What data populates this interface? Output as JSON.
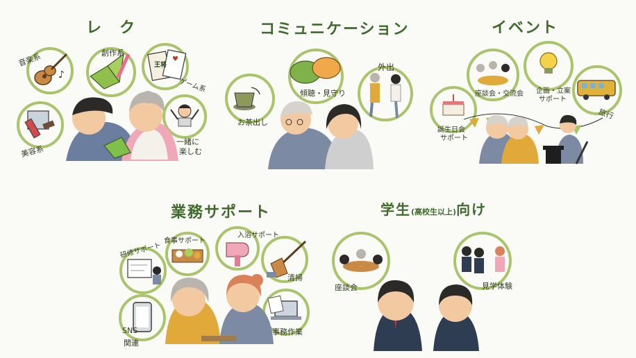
{
  "headings": {
    "rec": "レ　ク",
    "communication": "コミュニケーション",
    "event": "イベント",
    "business": "業務サポート",
    "student_main": "学生",
    "student_paren": "(高校生以上)",
    "student_tail": "向け"
  },
  "labels": {
    "music": "音楽系",
    "craft": "創作系",
    "game": "ゲーム系",
    "beauty": "美容系",
    "enjoy_1": "一緒に",
    "enjoy_2": "楽しむ",
    "card": "王将",
    "tea": "お茶出し",
    "listen": "傾聴・見守り",
    "outing": "外出",
    "party": "座談会・交流会",
    "planning_1": "企画・立案",
    "planning_2": "サポート",
    "birthday_1": "誕生日会",
    "birthday_2": "サポート",
    "travel": "旅行",
    "training": "研修サポート",
    "meal": "食事サポート",
    "bath": "入浴サポート",
    "cleaning": "清掃",
    "sns_1": "SNS",
    "sns_2": "関連",
    "office": "事務作業",
    "roundtable": "座談会",
    "tour": "見学体験"
  },
  "colors": {
    "heading_green": "#3e6b2c",
    "circle_green": "#a9c46a",
    "skin": "#f2c9a0",
    "grey_hair": "#b9b4ad",
    "dark_hair": "#2c2a28",
    "navy": "#2f3d52",
    "mustard": "#e0a93a",
    "pink": "#f0a7b7",
    "blue_grey": "#7d8aa3"
  }
}
